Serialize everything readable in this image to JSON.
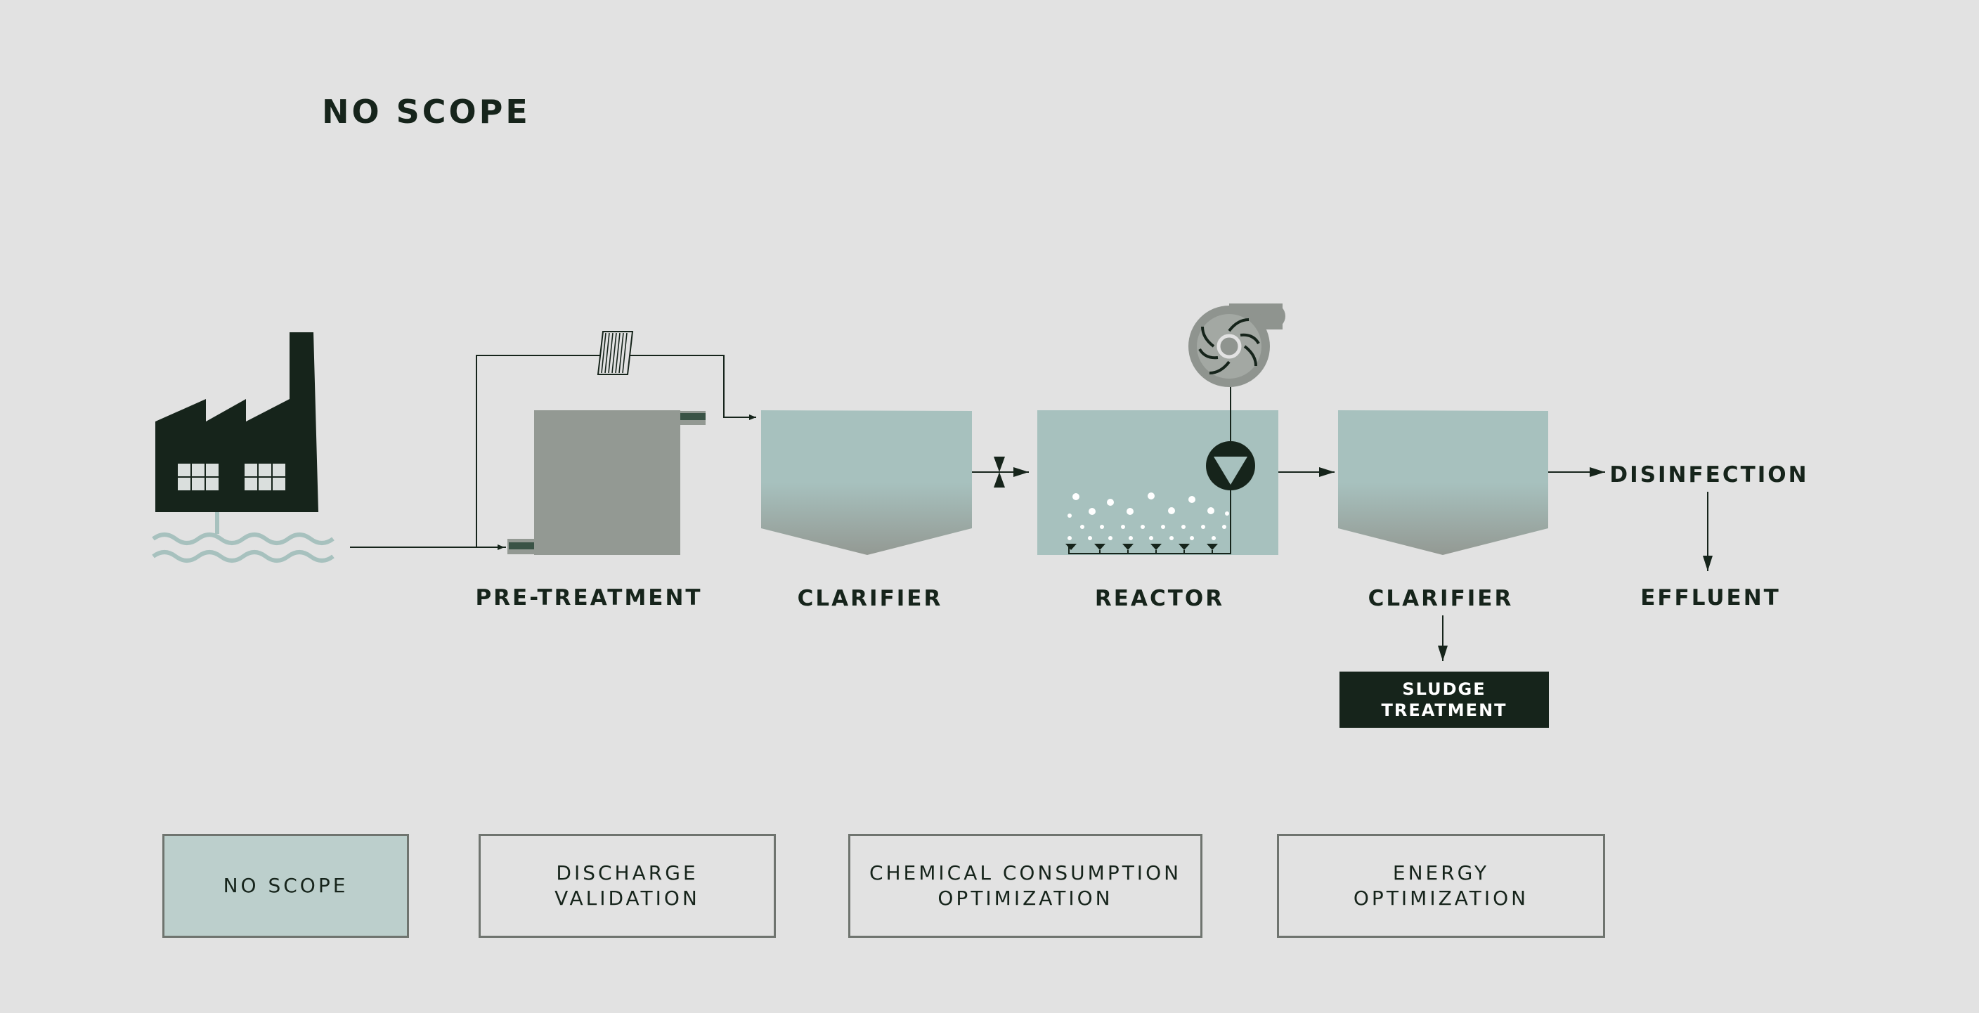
{
  "diagram": {
    "heading": "NO SCOPE",
    "stages": {
      "pretreatment": "PRE-TREATMENT",
      "clarifier1": "CLARIFIER",
      "reactor": "REACTOR",
      "clarifier2": "CLARIFIER",
      "disinfection": "DISINFECTION",
      "effluent": "EFFLUENT",
      "sludge": "SLUDGE TREATMENT"
    }
  },
  "options": [
    {
      "label": "NO SCOPE",
      "selected": true
    },
    {
      "label": "DISCHARGE VALIDATION",
      "selected": false
    },
    {
      "label": "CHEMICAL CONSUMPTION OPTIMIZATION",
      "selected": false
    },
    {
      "label": "ENERGY OPTIMIZATION",
      "selected": false
    }
  ],
  "colors": {
    "background": "#e2e2e2",
    "dark": "#16241b",
    "tank_teal": "#a7c1be",
    "tank_grey": "#939993",
    "selected_option": "#bccfcc",
    "pump_grey": "#8f948f"
  },
  "icons": [
    "factory-icon",
    "screen-filter-icon",
    "valve-icon",
    "blower-icon",
    "pump-icon",
    "diffuser-icon"
  ]
}
